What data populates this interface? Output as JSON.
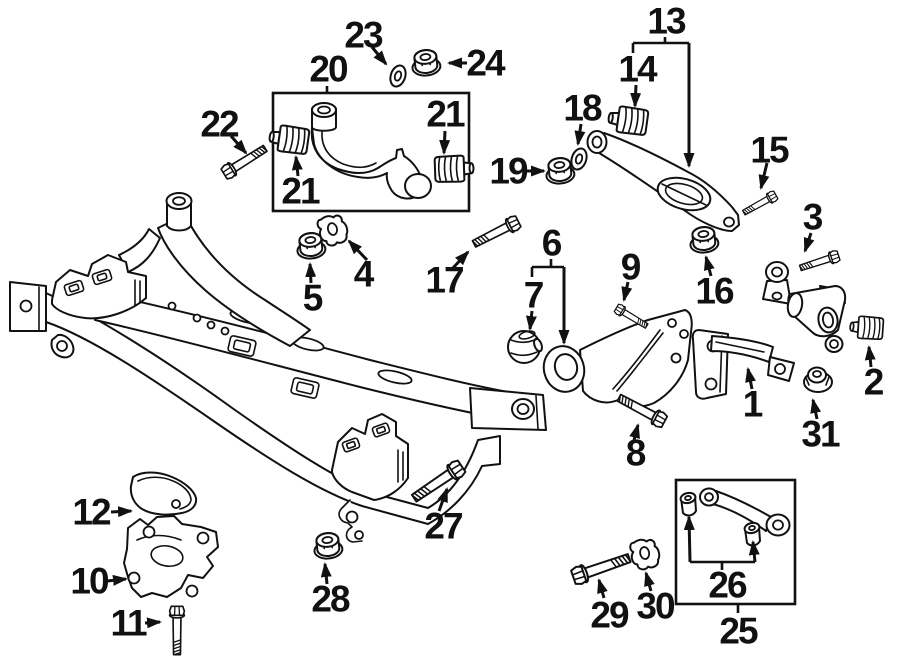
{
  "diagram": {
    "background": "#ffffff",
    "line_color": "#111111",
    "description_visible_text_only": true
  },
  "callouts": {
    "c1": "1",
    "c2": "2",
    "c3": "3",
    "c4": "4",
    "c5": "5",
    "c6": "6",
    "c7": "7",
    "c8": "8",
    "c9": "9",
    "c10": "10",
    "c11": "11",
    "c12": "12",
    "c13": "13",
    "c14": "14",
    "c15": "15",
    "c16": "16",
    "c17": "17",
    "c18": "18",
    "c19": "19",
    "c20": "20",
    "c21a": "21",
    "c21b": "21",
    "c22": "22",
    "c23": "23",
    "c24": "24",
    "c25": "25",
    "c26": "26",
    "c27": "27",
    "c28": "28",
    "c29": "29",
    "c30": "30",
    "c31": "31"
  }
}
